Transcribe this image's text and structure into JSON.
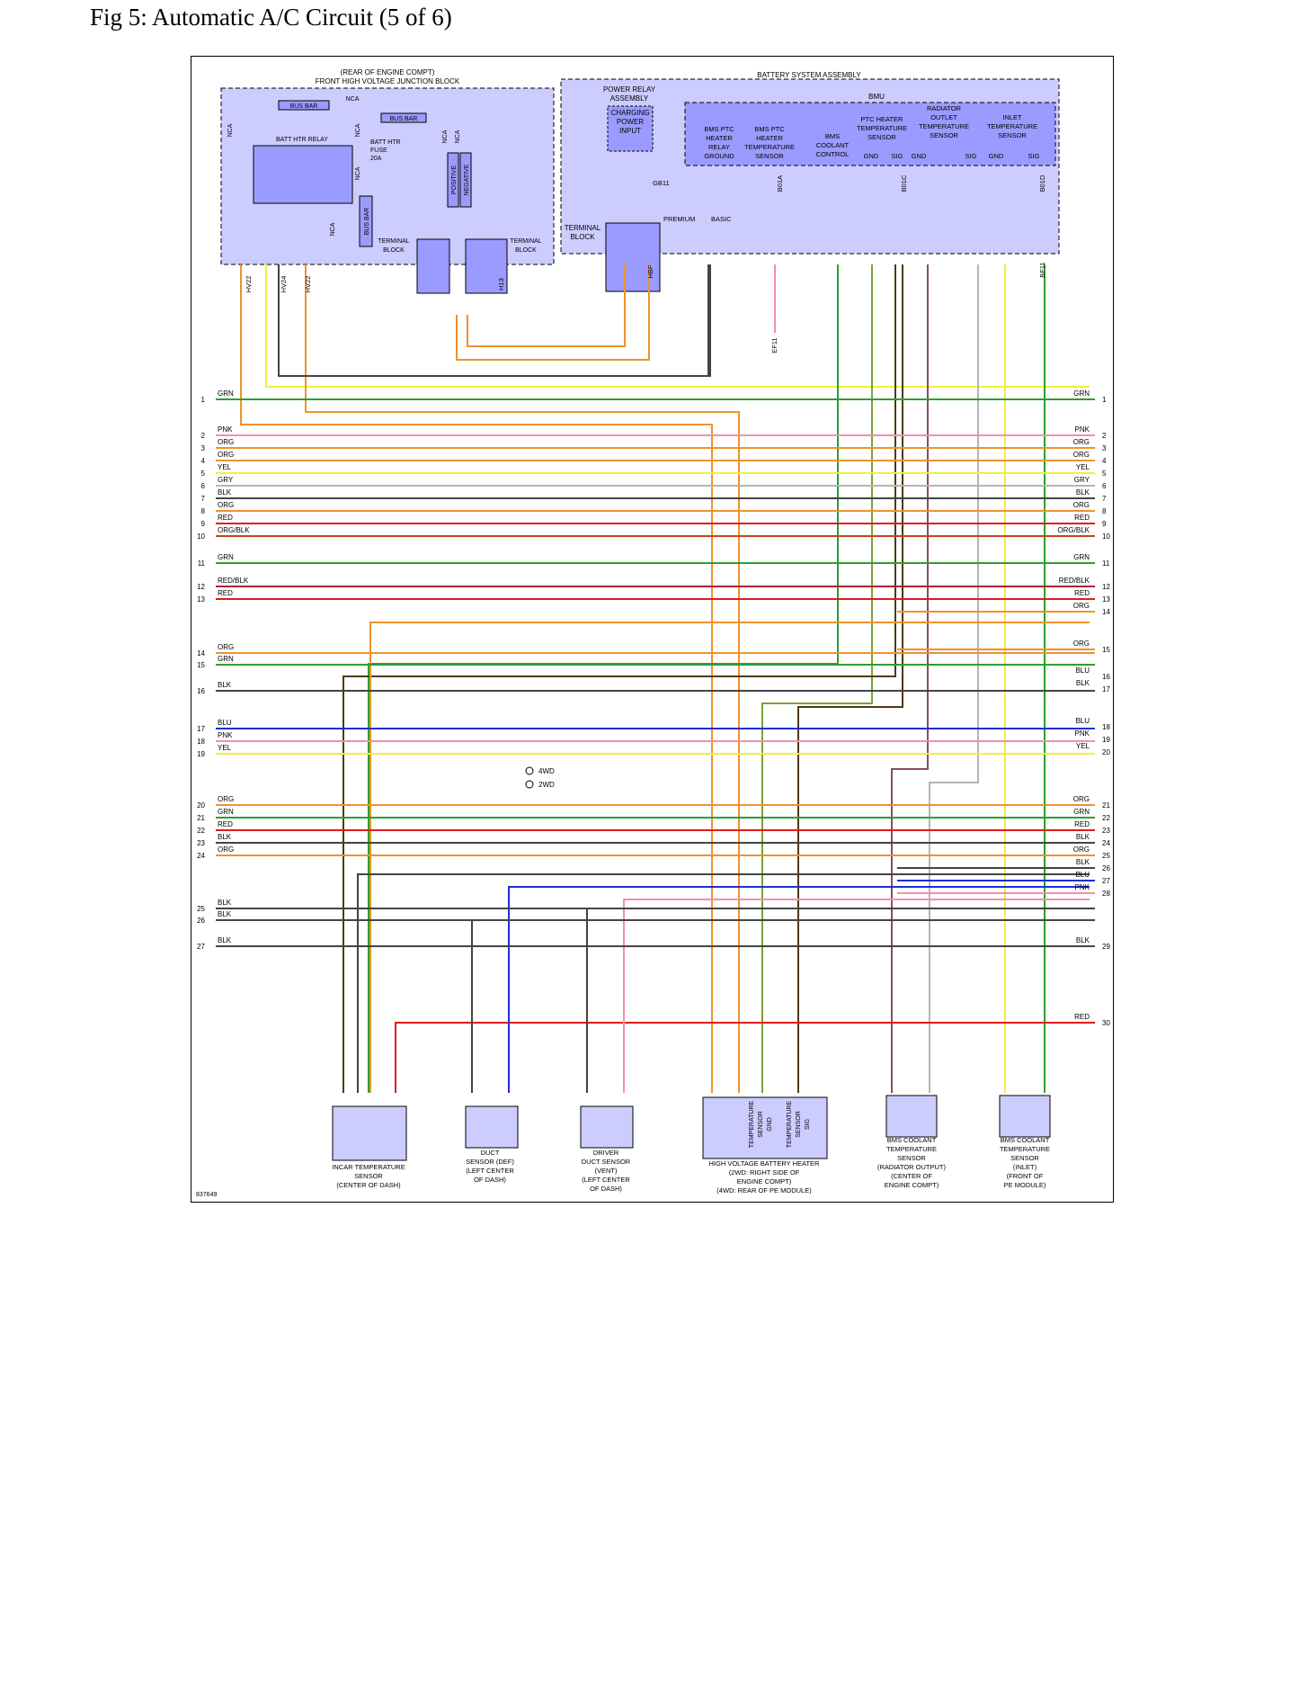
{
  "title": "Fig 5: Automatic A/C Circuit (5 of 6)",
  "figure_id": "837649",
  "boxes": {
    "fhvjb": [
      "(REAR OF ENGINE COMPT)",
      "FRONT HIGH VOLTAGE JUNCTION BLOCK"
    ],
    "battery_system": "BATTERY SYSTEM ASSEMBLY",
    "bmu": "BMU",
    "power_relay": [
      "POWER RELAY",
      "ASSEMBLY"
    ],
    "charging_power_input": [
      "CHARGING",
      "POWER",
      "INPUT"
    ]
  },
  "fhvjb_labels": {
    "nca": "NCA",
    "bus_bar": "BUS BAR",
    "batt_htr_relay": "BATT HTR RELAY",
    "batt_htr_fuse": [
      "BATT HTR",
      "FUSE",
      "20A"
    ],
    "positive": "POSITIVE",
    "negative": "NEGATIVE",
    "terminal_block": [
      "TERMINAL",
      "BLOCK"
    ]
  },
  "bmu_subcomponents": [
    [
      "BMS PTC",
      "HEATER",
      "RELAY",
      "GROUND"
    ],
    [
      "BMS PTC",
      "HEATER",
      "TEMPERATURE",
      "SENSOR"
    ],
    [
      "BMS",
      "COOLANT",
      "CONTROL"
    ],
    [
      "PTC HEATER",
      "TEMPERATURE",
      "SENSOR"
    ],
    [
      "RADIATOR",
      "OUTLET",
      "TEMPERATURE",
      "SENSOR"
    ],
    [
      "INLET",
      "TEMPERATURE",
      "SENSOR"
    ]
  ],
  "bmu_pin_labels": [
    "GND",
    "SIG",
    "GND",
    "SIG",
    "GND",
    "SIG"
  ],
  "misc_labels": {
    "gb11": "GB11",
    "premium": "PREMIUM",
    "basic": "BASIC",
    "wd4": "4WD",
    "wd2": "2WD",
    "terminal_block2": [
      "TERMINAL",
      "BLOCK"
    ]
  },
  "connectors": [
    "HV22",
    "HV24",
    "HV22",
    "H13",
    "HBF",
    "B01A",
    "B01C",
    "B01D",
    "BF11",
    "EF11"
  ],
  "bus_left": [
    {
      "num": "1",
      "color": "GRN"
    },
    {
      "num": "2",
      "color": "PNK"
    },
    {
      "num": "3",
      "color": "ORG"
    },
    {
      "num": "4",
      "color": "ORG"
    },
    {
      "num": "5",
      "color": "YEL"
    },
    {
      "num": "6",
      "color": "GRY"
    },
    {
      "num": "7",
      "color": "BLK"
    },
    {
      "num": "8",
      "color": "ORG"
    },
    {
      "num": "9",
      "color": "RED"
    },
    {
      "num": "10",
      "color": "ORG/BLK"
    },
    {
      "num": "11",
      "color": "GRN"
    },
    {
      "num": "12",
      "color": "RED/BLK"
    },
    {
      "num": "13",
      "color": "RED"
    },
    {
      "num": "14",
      "color": "ORG"
    },
    {
      "num": "15",
      "color": "GRN"
    },
    {
      "num": "16",
      "color": "BLK"
    },
    {
      "num": "17",
      "color": "BLU"
    },
    {
      "num": "18",
      "color": "PNK"
    },
    {
      "num": "19",
      "color": "YEL"
    },
    {
      "num": "20",
      "color": "ORG"
    },
    {
      "num": "21",
      "color": "GRN"
    },
    {
      "num": "22",
      "color": "RED"
    },
    {
      "num": "23",
      "color": "BLK"
    },
    {
      "num": "24",
      "color": "ORG"
    },
    {
      "num": "25",
      "color": "BLK"
    },
    {
      "num": "26",
      "color": "BLK"
    },
    {
      "num": "27",
      "color": "BLK"
    }
  ],
  "bus_right": [
    {
      "num": "1",
      "color": "GRN"
    },
    {
      "num": "2",
      "color": "PNK"
    },
    {
      "num": "3",
      "color": "ORG"
    },
    {
      "num": "4",
      "color": "ORG"
    },
    {
      "num": "5",
      "color": "YEL"
    },
    {
      "num": "6",
      "color": "GRY"
    },
    {
      "num": "7",
      "color": "BLK"
    },
    {
      "num": "8",
      "color": "ORG"
    },
    {
      "num": "9",
      "color": "RED"
    },
    {
      "num": "10",
      "color": "ORG/BLK"
    },
    {
      "num": "11",
      "color": "GRN"
    },
    {
      "num": "12",
      "color": "RED/BLK"
    },
    {
      "num": "13",
      "color": "RED"
    },
    {
      "num": "14",
      "color": "ORG"
    },
    {
      "num": "15",
      "color": "ORG"
    },
    {
      "num": "16",
      "color": "BLU"
    },
    {
      "num": "17",
      "color": "BLK"
    },
    {
      "num": "18",
      "color": "BLU"
    },
    {
      "num": "19",
      "color": "PNK"
    },
    {
      "num": "20",
      "color": "YEL"
    },
    {
      "num": "21",
      "color": "ORG"
    },
    {
      "num": "22",
      "color": "GRN"
    },
    {
      "num": "23",
      "color": "RED"
    },
    {
      "num": "24",
      "color": "BLK"
    },
    {
      "num": "25",
      "color": "ORG"
    },
    {
      "num": "26",
      "color": "BLK"
    },
    {
      "num": "27",
      "color": "BLU"
    },
    {
      "num": "28",
      "color": "PNK"
    },
    {
      "num": "29",
      "color": "BLK"
    },
    {
      "num": "30",
      "color": "RED"
    }
  ],
  "wire_colors": {
    "GRN": "#2d9e2d",
    "PNK": "#f08fb0",
    "ORG": "#f0922a",
    "YEL": "#f0f03c",
    "GRY": "#b5b5b5",
    "BLK": "#444444",
    "RED": "#e21b1b",
    "BLU": "#1c2ed8",
    "BRN": "#8a6a3a",
    "ORG/BLK": "#c0461a",
    "RED/BLK": "#a8262e",
    "GRN/ORG": "#7aa33a",
    "BRN/BLK": "#4d3a14",
    "PNK/BLK": "#8a4a6a"
  },
  "sensors": [
    {
      "id": "incar",
      "label": [
        "INCAR TEMPERATURE",
        "SENSOR",
        "(CENTER OF DASH)"
      ]
    },
    {
      "id": "duct_def",
      "label": [
        "DUCT",
        "SENSOR (DEF)",
        "(LEFT CENTER",
        "OF DASH)"
      ]
    },
    {
      "id": "driver_duct",
      "label": [
        "DRIVER",
        "DUCT SENSOR",
        "(VENT)",
        "(LEFT CENTER",
        "OF DASH)"
      ]
    },
    {
      "id": "hv_heater",
      "label": [
        "HIGH VOLTAGE BATTERY HEATER",
        "(2WD: RIGHT SIDE OF",
        "ENGINE COMPT)",
        "(4WD: REAR OF PE MODULE)"
      ]
    },
    {
      "id": "bms_rad",
      "label": [
        "BMS COOLANT",
        "TEMPERATURE",
        "SENSOR",
        "(RADIATOR OUTPUT)",
        "(CENTER OF",
        "ENGINE COMPT)"
      ]
    },
    {
      "id": "bms_inlet",
      "label": [
        "BMS COOLANT",
        "TEMPERATURE",
        "SENSOR",
        "(INLET)",
        "(FRONT OF",
        "PE MODULE)"
      ]
    }
  ],
  "heater_pin_labels": [
    "TEMPERATURE",
    "SENSOR",
    "GND",
    "TEMPERATURE",
    "SENSOR",
    "SIG"
  ]
}
